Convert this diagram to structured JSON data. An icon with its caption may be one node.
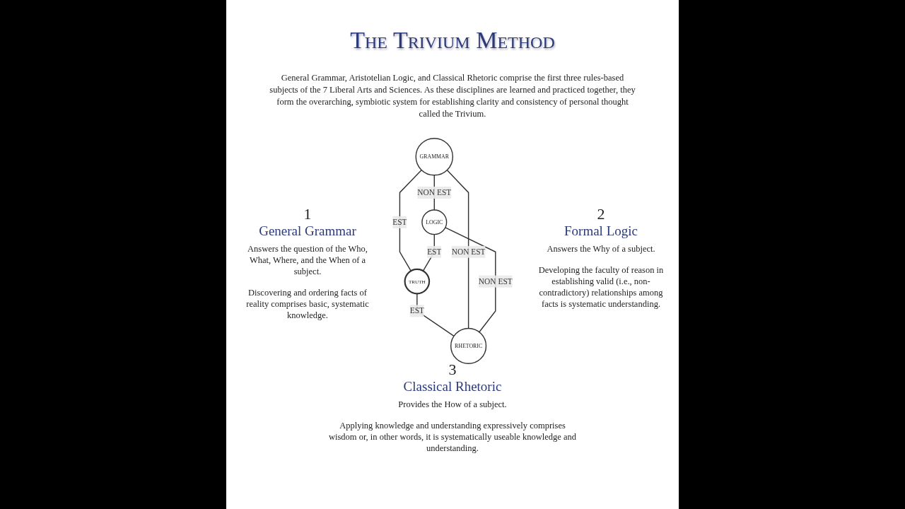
{
  "diagram": {
    "title": "The Trivium Method",
    "nodes": [
      {
        "text": [
          "GRAMMAR"
        ]
      },
      {
        "text": [
          "LOGIC"
        ]
      },
      {
        "text": [
          "TRUTH"
        ]
      },
      {
        "text": [
          "RHETORIC"
        ]
      }
    ],
    "edges": [
      {
        "from": 0,
        "to": 1,
        "arrow": "none",
        "label": "NON EST"
      },
      {
        "from": 0,
        "to": 2,
        "arrow": "none",
        "label": "EST"
      },
      {
        "from": 1,
        "to": 2,
        "arrow": "none",
        "label": "EST"
      },
      {
        "from": 2,
        "to": 3,
        "arrow": "none",
        "label": "EST"
      },
      {
        "from": 0,
        "to": 3,
        "arrow": "none",
        "label": "NON EST"
      },
      {
        "from": 1,
        "to": 3,
        "arrow": "none",
        "label": "NON EST"
      }
    ],
    "labels": [
      "General Grammar, Aristotelian Logic, and Classical Rhetoric comprise the first three rules-based subjects of the 7 Liberal Arts and Sciences. As these disciplines are learned and practiced together, they form the overarching, symbiotic system for establishing clarity and consistency of personal thought called the Trivium.",
      "1",
      "General Grammar",
      "Answers the question of the Who, What, Where, and the When of a subject.",
      "Discovering and ordering facts of reality comprises basic, systematic knowledge.",
      "2",
      "Formal Logic",
      "Answers the Why of a subject.",
      "Developing the faculty of reason in establishing valid (i.e., non-contradictory) relationships among facts is systematic understanding.",
      "3",
      "Classical Rhetoric",
      "Provides the How of a subject.",
      "Applying knowledge and understanding expressively comprises wisdom or, in other words, it is systematically useable knowledge and understanding."
    ]
  }
}
